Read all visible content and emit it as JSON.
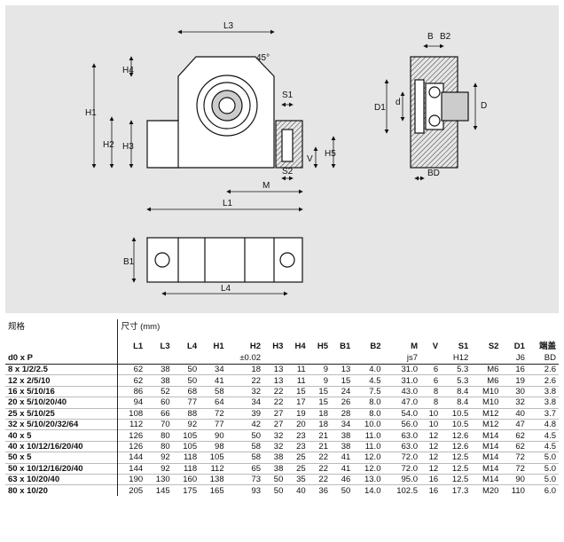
{
  "drawing": {
    "labels": {
      "L3": "L3",
      "H4": "H4",
      "H1": "H1",
      "H2": "H2",
      "H3": "H3",
      "angle": "45°",
      "S1": "S1",
      "S2": "S2",
      "V": "V",
      "H5": "H5",
      "M": "M",
      "L1": "L1",
      "B1": "B1",
      "L4": "L4",
      "B": "B",
      "B2": "B2",
      "D1": "D1",
      "d": "d",
      "D": "D",
      "BD": "BD"
    }
  },
  "table": {
    "header_group": "规格",
    "header_dims": "尺寸 (mm)",
    "row_label_header": "d0 x P",
    "columns": [
      "L1",
      "L3",
      "L4",
      "H1",
      "H2",
      "H3",
      "H4",
      "H5",
      "B1",
      "B2",
      "M",
      "V",
      "S1",
      "S2",
      "D1",
      "端盖"
    ],
    "column_subs": [
      "",
      "",
      "",
      "",
      "±0.02",
      "",
      "",
      "",
      "",
      "",
      "js7",
      "",
      "H12",
      "",
      "J6",
      "BD"
    ],
    "rows": [
      [
        "8 x 1/2/2.5",
        "62",
        "38",
        "50",
        "34",
        "18",
        "13",
        "11",
        "9",
        "13",
        "4.0",
        "31.0",
        "6",
        "5.3",
        "M6",
        "16",
        "2.6"
      ],
      [
        "12 x 2/5/10",
        "62",
        "38",
        "50",
        "41",
        "22",
        "13",
        "11",
        "9",
        "15",
        "4.5",
        "31.0",
        "6",
        "5.3",
        "M6",
        "19",
        "2.6"
      ],
      [
        "16 x 5/10/16",
        "86",
        "52",
        "68",
        "58",
        "32",
        "22",
        "15",
        "15",
        "24",
        "7.5",
        "43.0",
        "8",
        "8.4",
        "M10",
        "30",
        "3.8"
      ],
      [
        "20 x 5/10/20/40",
        "94",
        "60",
        "77",
        "64",
        "34",
        "22",
        "17",
        "15",
        "26",
        "8.0",
        "47.0",
        "8",
        "8.4",
        "M10",
        "32",
        "3.8"
      ],
      [
        "25 x 5/10/25",
        "108",
        "66",
        "88",
        "72",
        "39",
        "27",
        "19",
        "18",
        "28",
        "8.0",
        "54.0",
        "10",
        "10.5",
        "M12",
        "40",
        "3.7"
      ],
      [
        "32 x 5/10/20/32/64",
        "112",
        "70",
        "92",
        "77",
        "42",
        "27",
        "20",
        "18",
        "34",
        "10.0",
        "56.0",
        "10",
        "10.5",
        "M12",
        "47",
        "4.8"
      ],
      [
        "40 x 5",
        "126",
        "80",
        "105",
        "90",
        "50",
        "32",
        "23",
        "21",
        "38",
        "11.0",
        "63.0",
        "12",
        "12.6",
        "M14",
        "62",
        "4.5"
      ],
      [
        "40 x 10/12/16/20/40",
        "126",
        "80",
        "105",
        "98",
        "58",
        "32",
        "23",
        "21",
        "38",
        "11.0",
        "63.0",
        "12",
        "12.6",
        "M14",
        "62",
        "4.5"
      ],
      [
        "50 x 5",
        "144",
        "92",
        "118",
        "105",
        "58",
        "38",
        "25",
        "22",
        "41",
        "12.0",
        "72.0",
        "12",
        "12.5",
        "M14",
        "72",
        "5.0"
      ],
      [
        "50 x 10/12/16/20/40",
        "144",
        "92",
        "118",
        "112",
        "65",
        "38",
        "25",
        "22",
        "41",
        "12.0",
        "72.0",
        "12",
        "12.5",
        "M14",
        "72",
        "5.0"
      ],
      [
        "63 x 10/20/40",
        "190",
        "130",
        "160",
        "138",
        "73",
        "50",
        "35",
        "22",
        "46",
        "13.0",
        "95.0",
        "16",
        "12.5",
        "M14",
        "90",
        "5.0"
      ],
      [
        "80 x 10/20",
        "205",
        "145",
        "175",
        "165",
        "93",
        "50",
        "40",
        "36",
        "50",
        "14.0",
        "102.5",
        "16",
        "17.3",
        "M20",
        "110",
        "6.0"
      ]
    ]
  }
}
